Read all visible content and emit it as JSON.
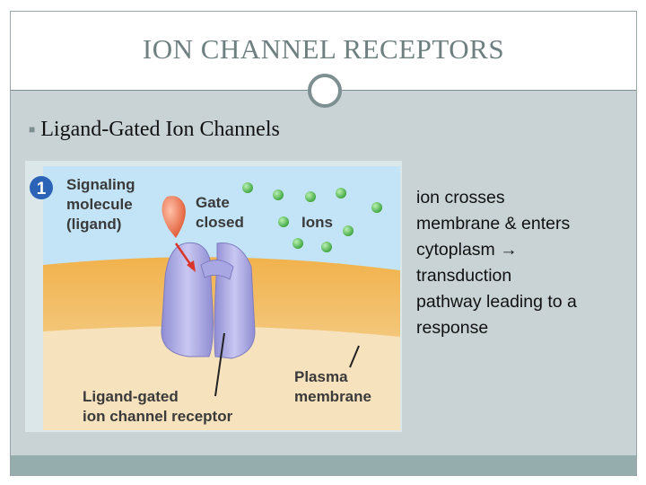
{
  "title": "ION CHANNEL RECEPTORS",
  "bullet": "Ligand-Gated Ion Channels",
  "side_text_lines": [
    "ion crosses",
    "membrane & enters",
    "cytoplasm →",
    "transduction",
    "pathway leading to a",
    "response"
  ],
  "figure": {
    "step_number": "1",
    "labels": {
      "signaling_line1": "Signaling",
      "signaling_line2": "molecule",
      "signaling_line3": "(ligand)",
      "gate_line1": "Gate",
      "gate_line2": "closed",
      "ions": "Ions",
      "plasma_line1": "Plasma",
      "plasma_line2": "membrane",
      "receptor_line1": "Ligand-gated",
      "receptor_line2": "ion channel receptor"
    }
  },
  "colors": {
    "title": "#6e7f80",
    "slide_bg": "#c9d3d6",
    "accent": "#7d8f90",
    "bottom_bar": "#95adad"
  }
}
